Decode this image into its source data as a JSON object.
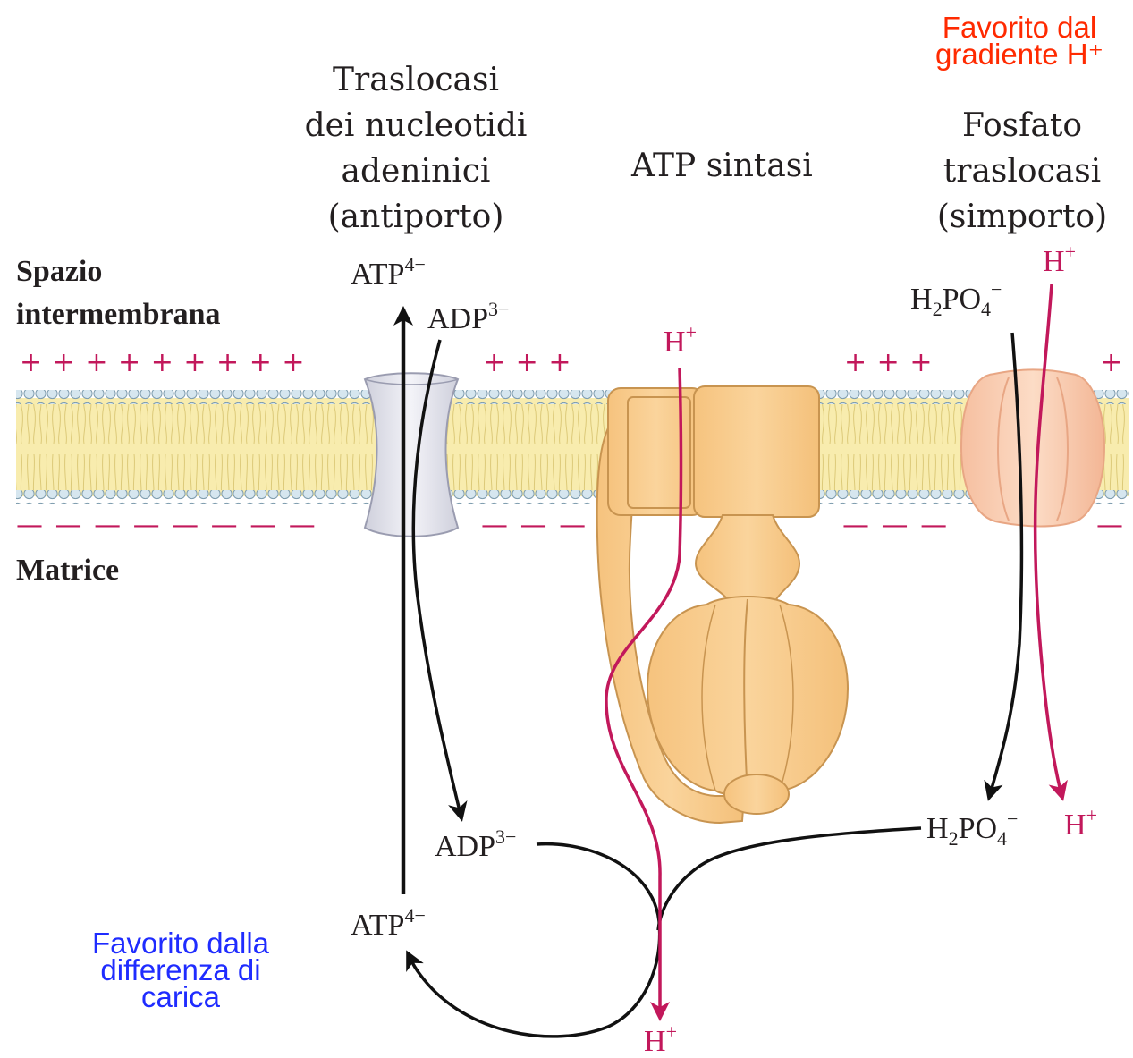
{
  "labels": {
    "translocase_title": [
      "Traslocasi",
      "dei nucleotidi",
      "adeninici",
      "(antiporto)"
    ],
    "atp_synthase_title": "ATP sintasi",
    "phosphate_title": [
      "Fosfato",
      "traslocasi",
      "(simporto)"
    ],
    "region_top": [
      "Spazio",
      "intermembrana"
    ],
    "region_bottom": "Matrice",
    "note_red": [
      "Favorito dal",
      "gradiente H⁺"
    ],
    "note_blue": [
      "Favorito dalla",
      "differenza di",
      "carica"
    ]
  },
  "species": {
    "atp_top": {
      "base": "ATP",
      "sup": "4−"
    },
    "adp_top": {
      "base": "ADP",
      "sup": "3−"
    },
    "h_synthase_top": {
      "base": "H",
      "sup": "+"
    },
    "h_phosphate_top": {
      "base": "H",
      "sup": "+"
    },
    "h2po4_top": {
      "base1": "H",
      "sub1": "2",
      "base2": "PO",
      "sub2": "4",
      "sup": "−"
    },
    "adp_bottom": {
      "base": "ADP",
      "sup": "3−"
    },
    "atp_bottom": {
      "base": "ATP",
      "sup": "4−"
    },
    "h2po4_bottom": {
      "base1": "H",
      "sub1": "2",
      "base2": "PO",
      "sub2": "4",
      "sup": "−"
    },
    "h_phosphate_bottom": {
      "base": "H",
      "sup": "+"
    },
    "h_synthase_bottom": {
      "base": "H",
      "sup": "+"
    }
  },
  "charges": {
    "top_1": "+ + + + + + + + +",
    "top_2": "+ + +",
    "top_3": "+ + +",
    "top_4": "+",
    "bottom_1": "— — — — — — — —",
    "bottom_2": "— — —",
    "bottom_3": "— — —",
    "bottom_4": "—"
  },
  "colors": {
    "proton": "#c2185b",
    "arrow": "#111111",
    "synthase": "#f8cc8c",
    "synthase_outline": "#c89450",
    "translocase": "#e6e6ee",
    "phosphate_carrier": "#f9cdb3",
    "membrane_core": "#f8ecae",
    "lipid_head": "#cfe0ea",
    "note_red": "#ff2a00",
    "note_blue": "#1f2cff"
  }
}
